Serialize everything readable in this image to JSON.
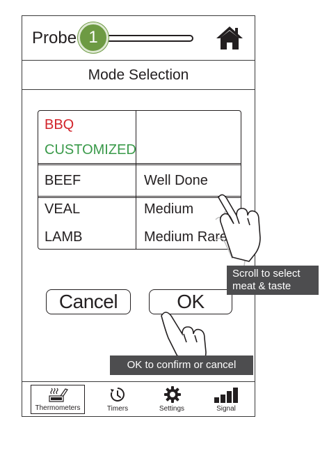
{
  "header": {
    "probe_label": "Probe",
    "probe_number": "1",
    "home_icon": "home-icon"
  },
  "mode_title": "Mode Selection",
  "grid": {
    "bbq": "BBQ",
    "customized": "CUSTOMIZED",
    "rows": [
      {
        "meat": "BEEF",
        "taste": "Well Done"
      },
      {
        "meat": "VEAL",
        "taste": "Medium"
      },
      {
        "meat": "LAMB",
        "taste": "Medium Rare"
      }
    ]
  },
  "buttons": {
    "cancel": "Cancel",
    "ok": "OK"
  },
  "callouts": {
    "scroll": "Scroll to select meat & taste",
    "ok": "OK to confirm or cancel"
  },
  "tabs": [
    {
      "label": "Thermometers",
      "icon": "thermometer-icon",
      "active": true
    },
    {
      "label": "Timers",
      "icon": "timer-icon",
      "active": false
    },
    {
      "label": "Settings",
      "icon": "gear-icon",
      "active": false
    },
    {
      "label": "Signal",
      "icon": "signal-icon",
      "active": false
    }
  ],
  "colors": {
    "probe_green": "#6d9a43",
    "bbq_red": "#d2232a",
    "customized_green": "#3a9a4a",
    "callout_bg": "#4d4d4f"
  }
}
